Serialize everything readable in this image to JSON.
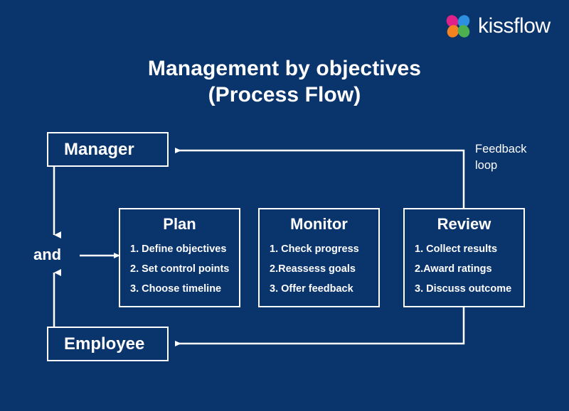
{
  "brand": {
    "name": "kissflow",
    "logo_icon": "kissflow-flower-icon",
    "petal_colors": {
      "top_left": "#e0218a",
      "top_right": "#2d8fe0",
      "bottom_left": "#f58220",
      "bottom_right": "#4caf50"
    }
  },
  "theme": {
    "background": "#0a346c",
    "foreground": "#ffffff"
  },
  "title": {
    "line1": "Management by objectives",
    "line2": "(Process Flow)"
  },
  "roles": {
    "manager": "Manager",
    "employee": "Employee"
  },
  "junction": {
    "label": "and"
  },
  "feedback": {
    "line1": "Feedback",
    "line2": "loop"
  },
  "stages": [
    {
      "id": "plan",
      "title": "Plan",
      "items": [
        "1. Define objectives",
        "2. Set control points",
        "3. Choose timeline"
      ]
    },
    {
      "id": "monitor",
      "title": "Monitor",
      "items": [
        "1. Check progress",
        "2.Reassess goals",
        "3. Offer feedback"
      ]
    },
    {
      "id": "review",
      "title": "Review",
      "items": [
        "1. Collect results",
        "2.Award ratings",
        "3. Discuss outcome"
      ]
    }
  ]
}
